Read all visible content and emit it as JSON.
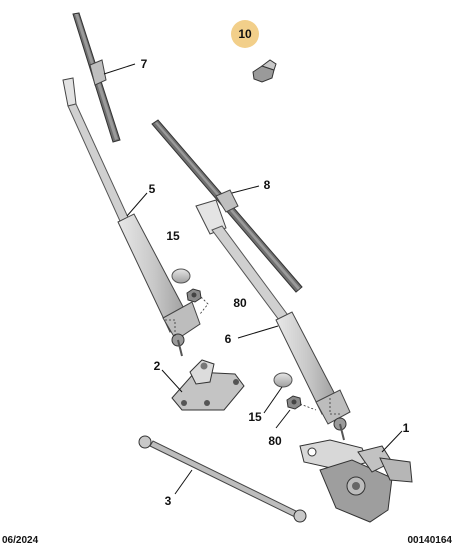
{
  "callouts": {
    "c10": "10",
    "c7": "7",
    "c8": "8",
    "c5": "5",
    "c15a": "15",
    "c80a": "80",
    "c6": "6",
    "c2": "2",
    "c15b": "15",
    "c80b": "80",
    "c1": "1",
    "c3": "3"
  },
  "footer": {
    "date": "06/2024",
    "ref": "00140164"
  },
  "colors": {
    "highlight": "#f2cf8a",
    "part_fill": "#d4d4d4",
    "blade_fill": "#7a7a7a",
    "outline": "#444444"
  }
}
